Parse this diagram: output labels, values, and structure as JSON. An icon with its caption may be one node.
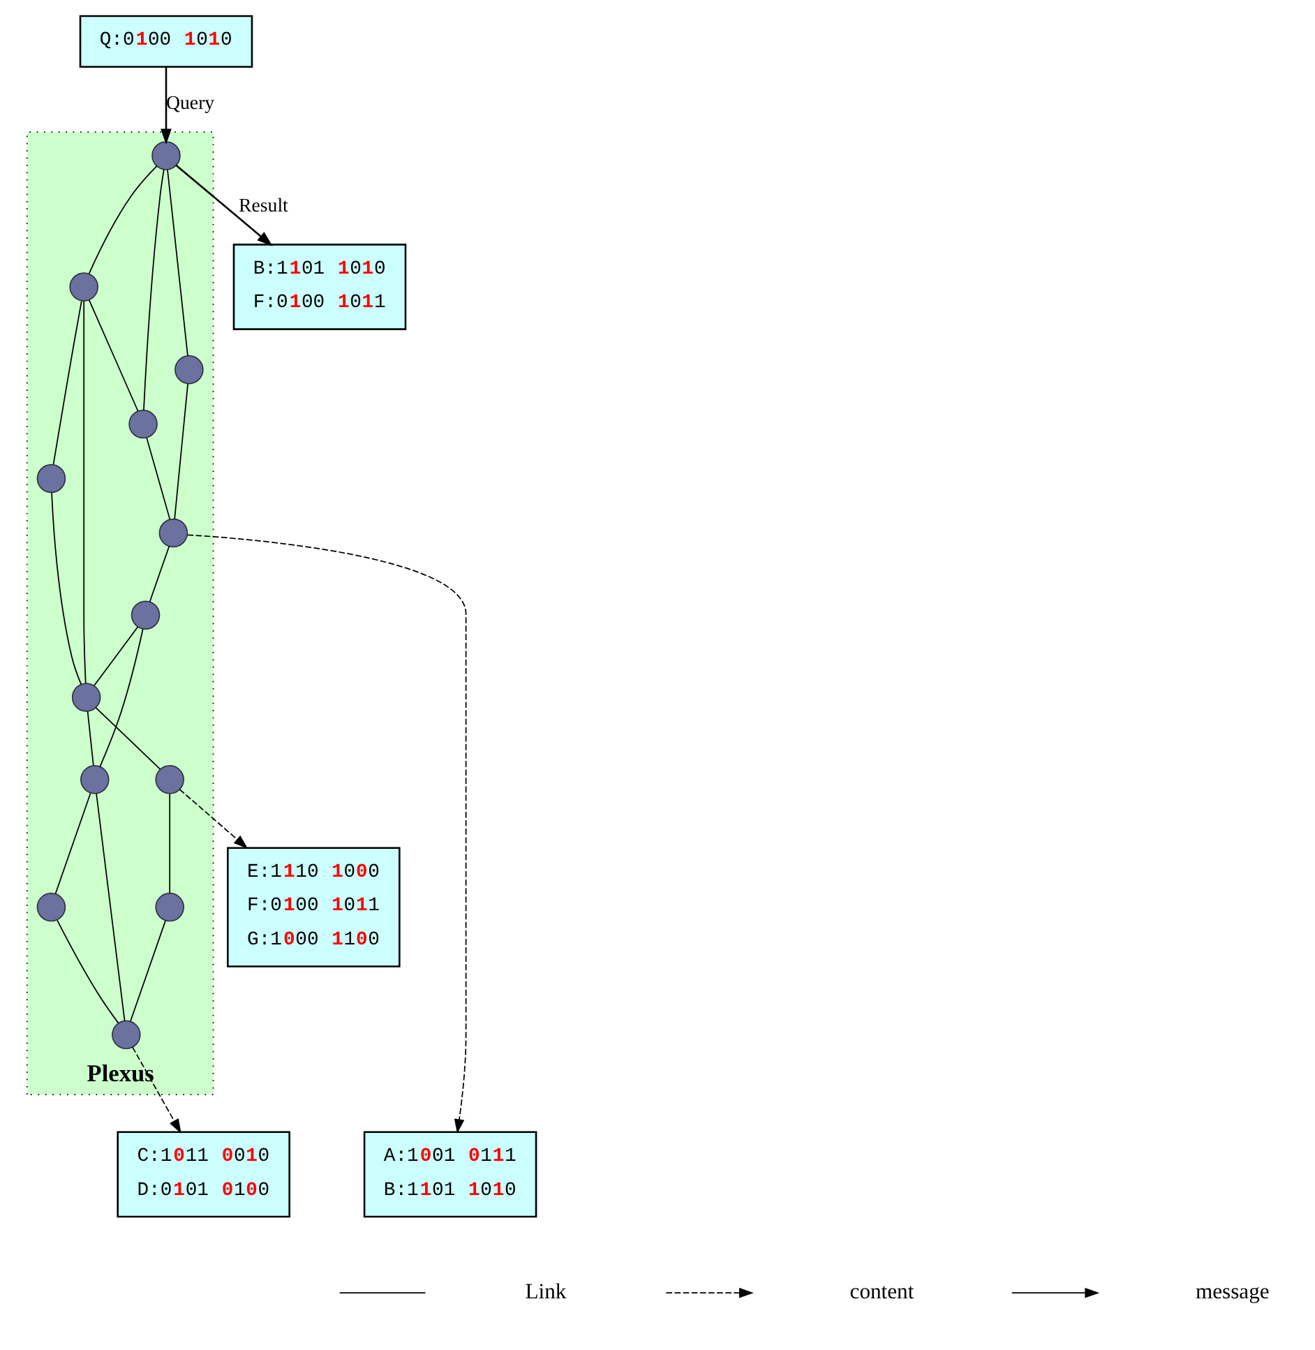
{
  "diagram": {
    "nodes": [
      {
        "text": [
          "B:1**1**01 **1**0**1**0",
          "F:0**1**00 **1**0**1**1"
        ]
      },
      {
        "text": [
          "Q:0**1**00 **1**0**1**0"
        ]
      },
      {
        "text": [
          "E:1**1**10 **1**0**0**0",
          "F:0**1**00 **1**0**1**1",
          "G:1**0**00 **1**1**0**0"
        ]
      },
      {
        "text": [
          "Plexus"
        ]
      },
      {
        "text": [],
        "shape": "circle",
        "in": 3
      },
      {
        "text": [],
        "shape": "circle",
        "in": 3
      },
      {
        "text": [],
        "shape": "circle",
        "in": 3
      },
      {
        "text": [],
        "shape": "circle",
        "in": 3
      },
      {
        "text": [],
        "shape": "circle",
        "in": 3
      },
      {
        "text": [],
        "shape": "circle",
        "in": 3
      },
      {
        "text": [],
        "shape": "circle",
        "in": 3
      },
      {
        "text": [],
        "shape": "circle",
        "in": 3
      },
      {
        "text": [],
        "shape": "circle",
        "in": 3
      },
      {
        "text": [],
        "shape": "circle",
        "in": 3
      },
      {
        "text": [],
        "shape": "circle",
        "in": 3
      },
      {
        "text": [],
        "shape": "circle",
        "in": 3
      },
      {
        "text": [],
        "shape": "circle",
        "in": 3
      },
      {
        "text": [
          "A:1**0**01 **0**1**1**1",
          "B:1**1**01 **1**0**1**0"
        ]
      },
      {
        "text": [
          "C:1**0**11 **0**0**1**0",
          "D:0**1**01 **0**1**0**0"
        ]
      }
    ],
    "edges": [
      {
        "from": 1,
        "to": 4,
        "arrow": "to",
        "label": "Query"
      },
      {
        "from": 4,
        "to": 0,
        "arrow": "to",
        "label": "Result"
      },
      {
        "from": 4,
        "to": 5,
        "arrow": "none"
      },
      {
        "from": 4,
        "to": 7,
        "arrow": "none"
      },
      {
        "from": 4,
        "to": 11,
        "arrow": "none"
      },
      {
        "from": 5,
        "to": 6,
        "arrow": "none"
      },
      {
        "from": 5,
        "to": 7,
        "arrow": "none"
      },
      {
        "from": 5,
        "to": 8,
        "arrow": "none"
      },
      {
        "from": 6,
        "to": 8,
        "arrow": "none"
      },
      {
        "from": 7,
        "to": 14,
        "arrow": "none"
      },
      {
        "from": 11,
        "to": 14,
        "arrow": "none"
      },
      {
        "from": 14,
        "to": 12,
        "arrow": "none"
      },
      {
        "from": 12,
        "to": 8,
        "arrow": "none"
      },
      {
        "from": 12,
        "to": 15,
        "arrow": "none"
      },
      {
        "from": 8,
        "to": 15,
        "arrow": "none"
      },
      {
        "from": 8,
        "to": 9,
        "arrow": "none"
      },
      {
        "from": 9,
        "to": 10,
        "arrow": "none"
      },
      {
        "from": 10,
        "to": 16,
        "arrow": "none"
      },
      {
        "from": 15,
        "to": 13,
        "arrow": "none"
      },
      {
        "from": 13,
        "to": 16,
        "arrow": "none"
      },
      {
        "from": 15,
        "to": 16,
        "arrow": "none"
      },
      {
        "from": 9,
        "to": 2,
        "arrow": "to",
        "style": "dashed"
      },
      {
        "from": 14,
        "to": 17,
        "arrow": "to",
        "style": "dashed"
      },
      {
        "from": 16,
        "to": 18,
        "arrow": "to",
        "style": "dashed"
      }
    ],
    "legend": [
      {
        "text": "Link"
      },
      {
        "text": "content"
      },
      {
        "text": "message"
      }
    ]
  }
}
